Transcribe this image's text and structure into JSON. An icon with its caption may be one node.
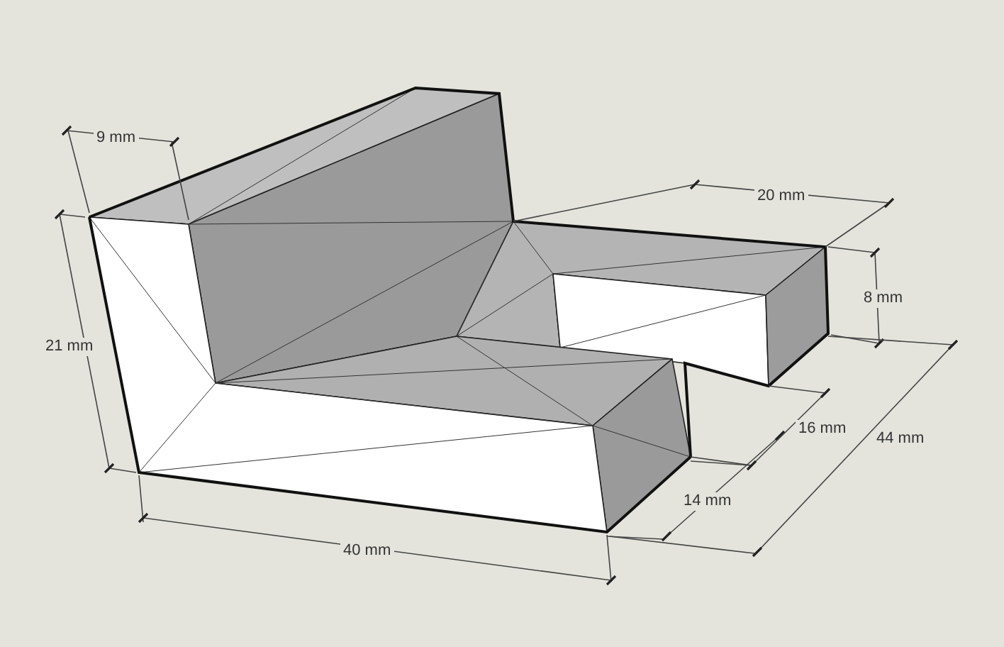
{
  "diagram": {
    "labels": [
      "9 mm",
      "20 mm",
      "21 mm",
      "8 mm",
      "16 mm",
      "44 mm",
      "14 mm",
      "40 mm"
    ]
  }
}
